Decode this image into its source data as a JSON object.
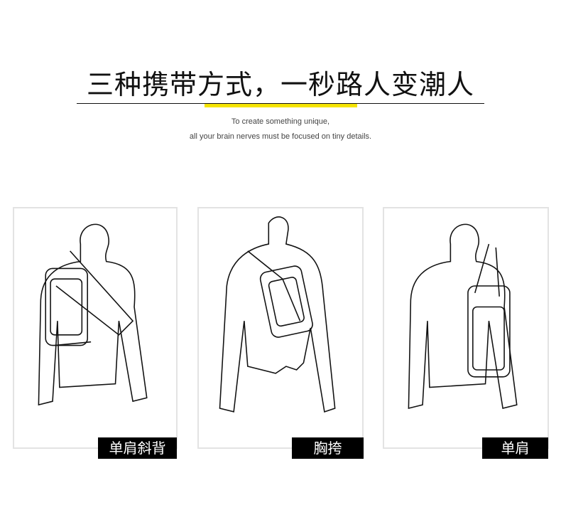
{
  "header": {
    "title": "三种携带方式，一秒路人变潮人",
    "subtitle_line1": "To create something unique,",
    "subtitle_line2": "all your brain nerves must be focused on tiny details.",
    "accent_color": "#f5e400"
  },
  "modes": [
    {
      "label": "单肩斜背"
    },
    {
      "label": "胸挎"
    },
    {
      "label": "单肩"
    }
  ]
}
